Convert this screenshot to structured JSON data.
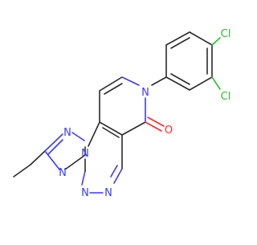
{
  "molecule": {
    "atom_labels": {
      "cl_top": "Cl",
      "cl_bottom": "Cl",
      "n_ring_7": "N",
      "o_carbonyl": "O",
      "n_bridge_1": "N",
      "n_triazole_2": "N",
      "n_triazole_3": "N",
      "n_triazine_5": "N",
      "n_triazine_6": "N"
    },
    "colors": {
      "bond": "#2b2b2b",
      "nitrogen": "#3a3aff",
      "oxygen": "#ff2a2a",
      "chlorine": "#26c126"
    }
  }
}
